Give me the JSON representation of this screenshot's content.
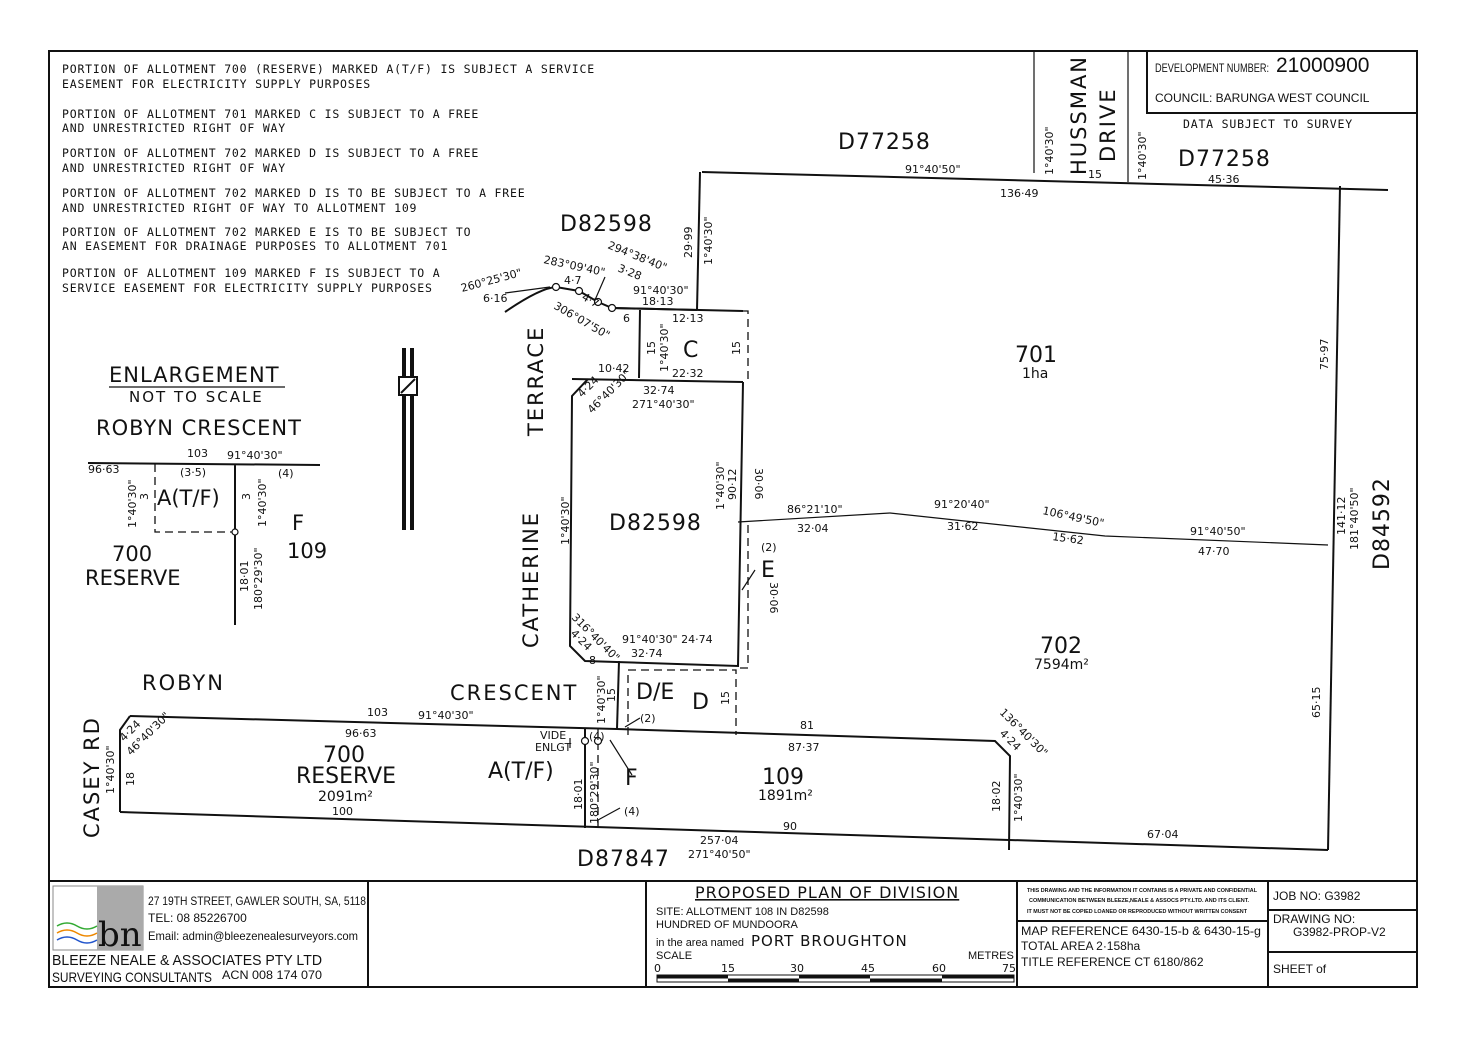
{
  "notes": [
    [
      "PORTION OF ALLOTMENT 700 (RESERVE) MARKED A(T/F) IS SUBJECT A SERVICE",
      "EASEMENT FOR ELECTRICITY SUPPLY PURPOSES"
    ],
    [
      "PORTION OF ALLOTMENT 701 MARKED C IS SUBJECT TO A FREE",
      "AND UNRESTRICTED RIGHT OF WAY"
    ],
    [
      "PORTION OF ALLOTMENT 702 MARKED D IS SUBJECT TO A FREE",
      "AND UNRESTRICTED RIGHT OF WAY"
    ],
    [
      "PORTION OF ALLOTMENT 702 MARKED D IS TO BE SUBJECT TO A FREE",
      "AND UNRESTRICTED RIGHT OF WAY TO ALLOTMENT 109"
    ],
    [
      "PORTION OF ALLOTMENT 702 MARKED E IS TO BE SUBJECT TO",
      "AN EASEMENT FOR DRAINAGE PURPOSES TO ALLOTMENT 701"
    ],
    [
      "PORTION OF ALLOTMENT 109 MARKED F IS SUBJECT TO A",
      "SERVICE EASEMENT FOR ELECTRICITY SUPPLY PURPOSES"
    ]
  ],
  "header": {
    "dev_label": "DEVELOPMENT NUMBER:",
    "dev_number": "21000900",
    "council": "COUNCIL: BARUNGA WEST COUNCIL",
    "data_subject": "DATA SUBJECT TO SURVEY"
  },
  "plan": {
    "d77258_left": "D77258",
    "d77258_right": "D77258",
    "d82598_top": "D82598",
    "d82598_block": "D82598",
    "d84592": "D84592",
    "d87847": "D87847",
    "hussman": "HUSSMAN",
    "drive": "DRIVE",
    "terrace": "TERRACE",
    "catherine": "CATHERINE",
    "robyn": "ROBYN",
    "crescent": "CRESCENT",
    "casey_rd": "CASEY RD",
    "lot701": "701",
    "lot701_area": "1ha",
    "lot702": "702",
    "lot702_area": "7594m²",
    "lot700": "700",
    "reserve": "RESERVE",
    "lot700_area": "2091m²",
    "lot109": "109",
    "lot109_area": "1891m²",
    "C": "C",
    "D": "D",
    "DE": "D/E",
    "E": "E",
    "F": "F",
    "ATF": "A(T/F)",
    "vide": "VIDE",
    "enlgt": "ENLGT",
    "dims": {
      "b1": "91°40'50\"",
      "d1": "136·49",
      "d2": "45·36",
      "h1": "1°40'30\"",
      "h2": "15",
      "h3": "1°40'30\"",
      "r1": "75·97",
      "r2": "141·12",
      "r3": "181°40'50\"",
      "r4": "65·15",
      "v1": "29·99",
      "v2": "1°40'30\"",
      "c1": "260°25'30\"",
      "c2": "6·16",
      "c3": "283°09'40\"",
      "c4": "4·7",
      "c5": "294°38'40\"",
      "c6": "3·28",
      "c7": "4·7",
      "c8": "306°07'50\"",
      "c9": "91°40'30\"",
      "c10": "18·13",
      "c11": "6",
      "cb1": "12·13",
      "cb2": "15",
      "cb3": "1°40'30\"",
      "cb4": "22·32",
      "cb5": "15",
      "cb6": "10·42",
      "k1": "4·24",
      "k2": "46°40'30\"",
      "k3": "32·74",
      "k4": "271°40'30\"",
      "k5": "1°40'30\"",
      "k6": "1°40'30\"",
      "k7": "90·12",
      "k8": "30·06",
      "e1": "86°21'10\"",
      "e2": "32·04",
      "e3": "91°20'40\"",
      "e4": "31·62",
      "e5": "106°49'50\"",
      "e6": "15·62",
      "e7": "91°40'50\"",
      "e8": "47·70",
      "e9": "(2)",
      "e10": "30·06",
      "s1": "316°40'40\"",
      "s2": "4·24",
      "s3": "91°40'30\" 24·74",
      "s4": "32·74",
      "de1": "8",
      "de2": "1°40'30\"",
      "de3": "15",
      "de4": "15",
      "de5": "(2)",
      "rc1": "103",
      "rc2": "91°40'30\"",
      "rc3": "96·63",
      "rc4": "81",
      "rc5": "87·37",
      "rc6": "136°40'30\"",
      "rc7": "4·24",
      "w1": "4·24",
      "w2": "46°40'30\"",
      "w3": "1°40'30\"",
      "w4": "18",
      "w5": "100",
      "f1": "(4)",
      "f2": "18·01",
      "f3": "180°29'30\"",
      "f4": "(4)",
      "f5": "18·02",
      "f6": "1°40'30\"",
      "bt1": "90",
      "bt2": "67·04",
      "bt3": "257·04",
      "bt4": "271°40'50\""
    }
  },
  "enlargement": {
    "title": "ENLARGEMENT",
    "subtitle": "NOT TO SCALE",
    "road": "ROBYN CRESCENT",
    "d103": "103",
    "brg": "91°40'30\"",
    "d9663": "96·63",
    "d35": "(3·5)",
    "d4": "(4)",
    "l1": "1°40'30\"",
    "l2": "3",
    "r1": "3",
    "r2": "1°40'30\"",
    "atf": "A(T/F)",
    "f": "F",
    "lot109": "109",
    "lot700": "700",
    "reserve": "RESERVE",
    "v1": "18·01",
    "v2": "180°29'30\""
  },
  "titleblock": {
    "logo": "bn",
    "address": "27 19TH STREET, GAWLER SOUTH, SA, 5118",
    "tel": "TEL:  08  85226700",
    "email": "Email:  admin@bleezenealesurveyors.com",
    "company": "BLEEZE NEALE & ASSOCIATES PTY LTD",
    "consultants": "SURVEYING  CONSULTANTS",
    "acn": "ACN  008  174  070",
    "plan_title": "PROPOSED  PLAN  OF  DIVISION",
    "site": "SITE:  ALLOTMENT  108  IN  D82598",
    "hundred": "HUNDRED  OF  MUNDOORA",
    "area_named": "in  the  area  named",
    "place": "PORT  BROUGHTON",
    "scale": "SCALE",
    "metres": "METRES",
    "scale_ticks": [
      "0",
      "15",
      "30",
      "45",
      "60",
      "75"
    ],
    "confidential": [
      "THIS DRAWING AND THE INFORMATION IT CONTAINS IS A PRIVATE AND CONFIDENTIAL",
      "COMMUNICATION BETWEEN BLEEZE,NEALE & ASSOCS PTY.LTD.  AND ITS CLIENT.",
      "IT MUST NOT BE COPIED LOANED OR REPRODUCED WITHOUT WRITTEN CONSENT"
    ],
    "map_ref": "MAP REFERENCE  6430-15-b  &  6430-15-g",
    "total_area": "TOTAL AREA  2·158ha",
    "title_ref": "TITLE REFERENCE  CT  6180/862",
    "job_no": "JOB NO: G3982",
    "drawing_label": "DRAWING NO:",
    "drawing_no": "G3982-PROP-V2",
    "sheet": "SHEET      of"
  }
}
